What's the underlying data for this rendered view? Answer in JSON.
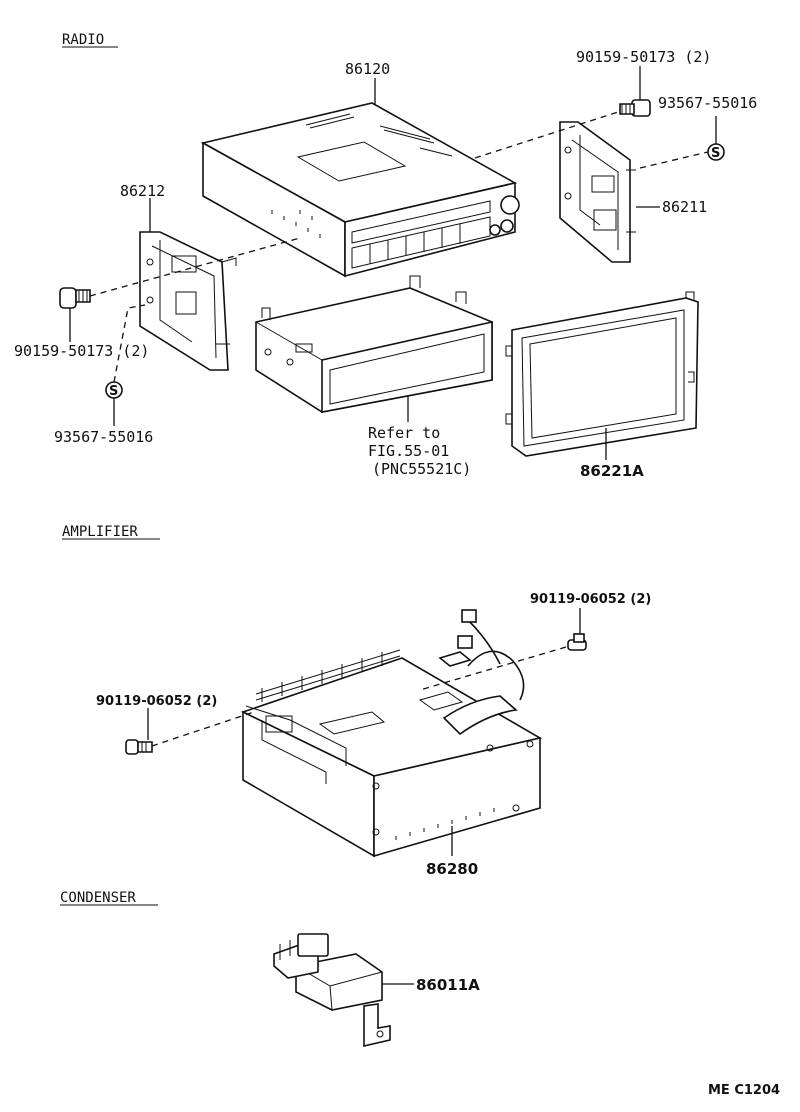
{
  "sections": {
    "radio": "RADIO",
    "amplifier": "AMPLIFIER",
    "condenser": "CONDENSER"
  },
  "parts": {
    "p86120": "86120",
    "p90159_top": "90159-50173 (2)",
    "p93567_top": "93567-55016",
    "p86211": "86211",
    "p86212": "86212",
    "p90159_left": "90159-50173 (2)",
    "p93567_left": "93567-55016",
    "p86221A": "86221A",
    "p90119_right": "90119-06052 (2)",
    "p90119_left": "90119-06052 (2)",
    "p86280": "86280",
    "p86011A": "86011A"
  },
  "reference": {
    "line1": "Refer to",
    "line2": "FIG.55-01",
    "line3": "(PNC55521C)"
  },
  "symbols": {
    "washer_mark": "S"
  },
  "footer": {
    "code": "ME  C1204"
  }
}
